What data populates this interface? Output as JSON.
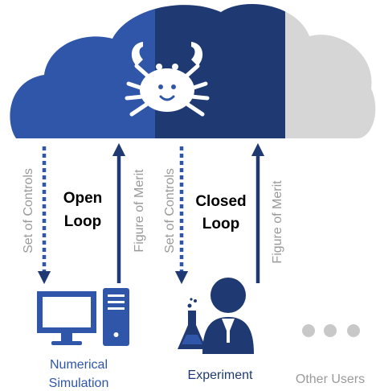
{
  "colors": {
    "cloud_left": "#2f56a8",
    "cloud_mid": "#1f3a73",
    "cloud_right": "#d6d6d6",
    "arrow_blue": "#1f3a73",
    "label_gray": "#9a9a9a",
    "device_blue": "#2f56a8",
    "dots_gray": "#c8c8c8"
  },
  "icons": {
    "cloud": "cloud-icon",
    "crab": "crab-icon",
    "computer": "computer-icon",
    "scientist": "scientist-icon",
    "more": "ellipsis-icon"
  },
  "loops": {
    "open": {
      "title_line1": "Open",
      "title_line2": "Loop",
      "down_label": "Set of Controls",
      "up_label": "Figure of Merit"
    },
    "closed": {
      "title_line1": "Closed",
      "title_line2": "Loop",
      "down_label": "Set of Controls",
      "up_label": "Figure of Merit"
    }
  },
  "nodes": {
    "numerical_line1": "Numerical",
    "numerical_line2": "Simulation",
    "experiment": "Experiment",
    "other_users": "Other Users"
  }
}
